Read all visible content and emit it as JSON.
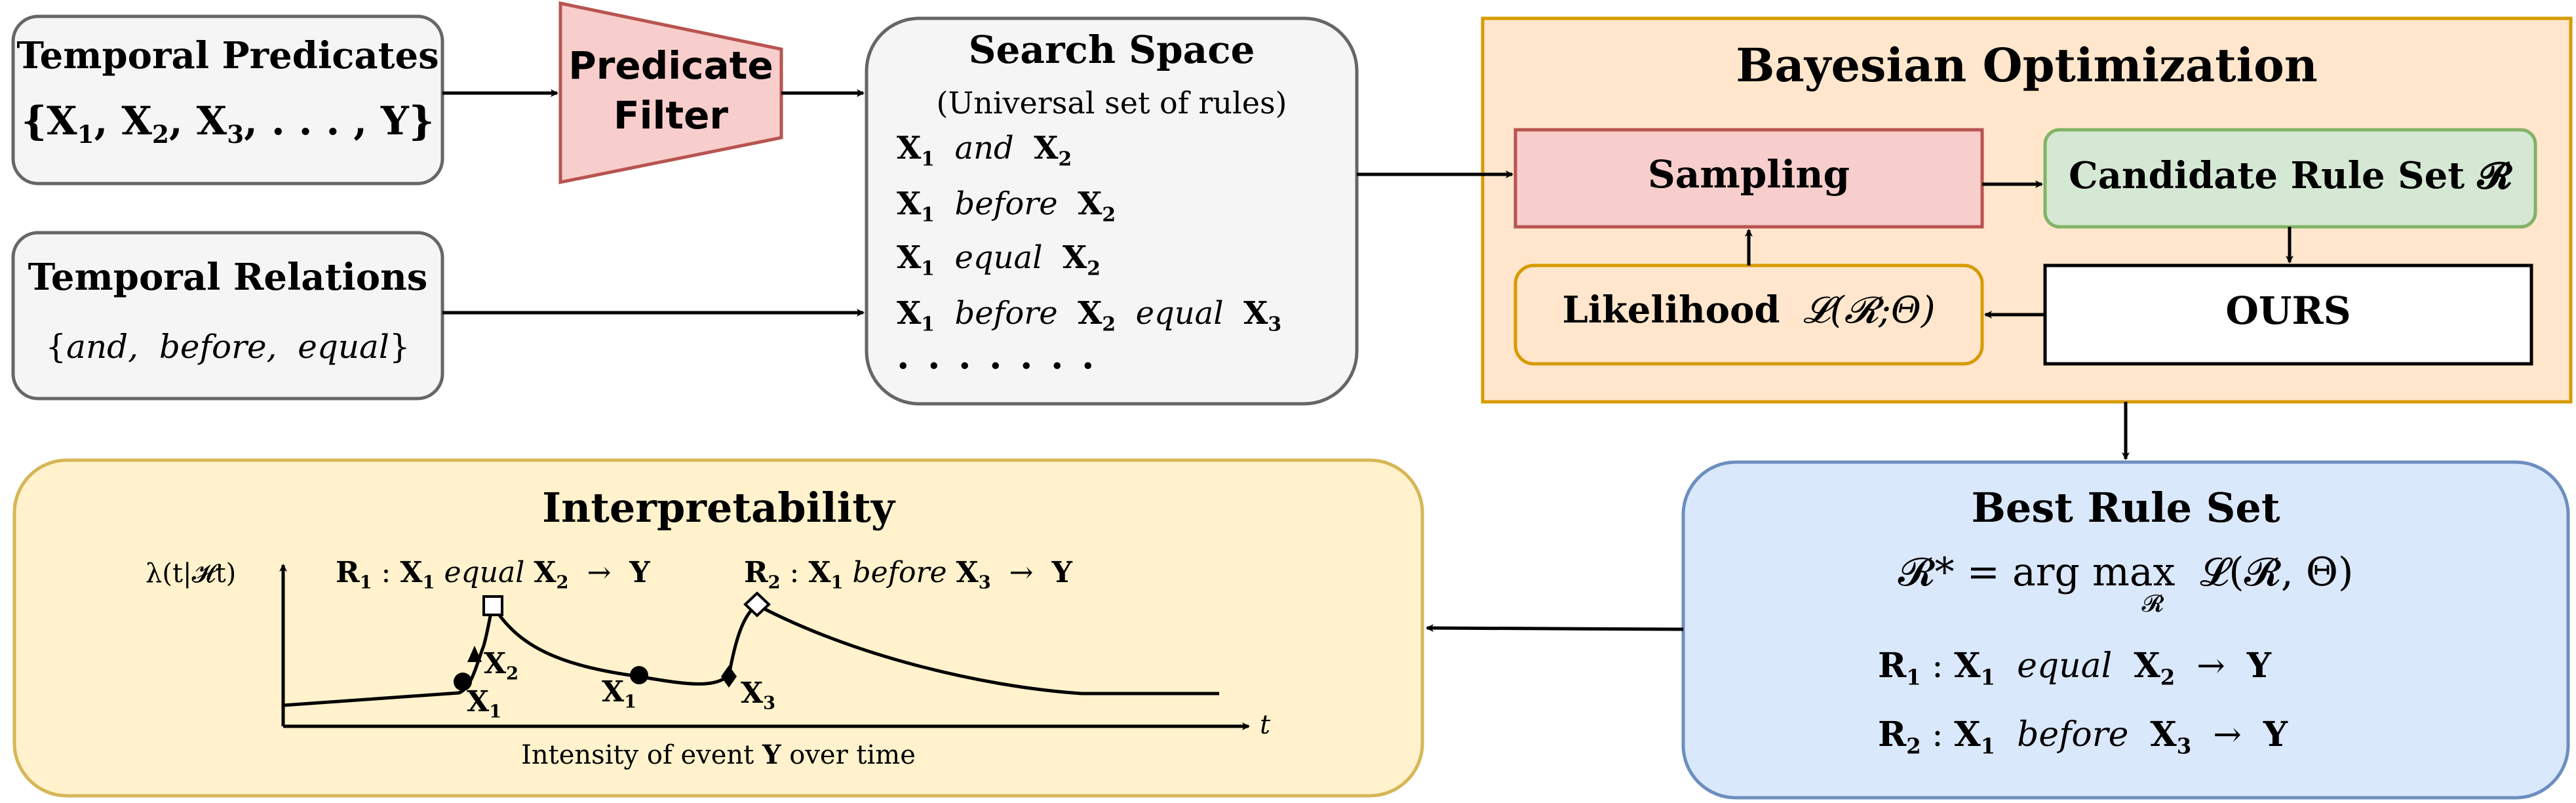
{
  "predicates": {
    "title": "Temporal Predicates",
    "set": "{X1, X2, X3, . . . , Y}"
  },
  "relations": {
    "title": "Temporal Relations",
    "items": [
      "and,",
      "before,",
      "equal"
    ]
  },
  "filter": {
    "line1": "Predicate",
    "line2": "Filter"
  },
  "search_space": {
    "title": "Search Space",
    "subtitle": "(Universal set of rules)",
    "rules": [
      [
        "X1",
        "and",
        "X2"
      ],
      [
        "X1",
        "before",
        "X2"
      ],
      [
        "X1",
        "equal",
        "X2"
      ],
      [
        "X1",
        "before",
        "X2",
        "equal",
        "X3"
      ]
    ],
    "ellipsis": ". . . . . . ."
  },
  "bayes": {
    "title": "Bayesian Optimization",
    "sampling": "Sampling",
    "candidate": "Candidate Rule Set 𝓡",
    "likelihood_label": "Likelihood",
    "likelihood_formula": "𝓛(𝓡;Θ)",
    "ours": "OURS"
  },
  "best": {
    "title": "Best Rule Set",
    "formula_lhs": "𝓡* = arg max",
    "formula_sub": "𝓡",
    "formula_rhs": "𝓛(𝓡, Θ)",
    "rule1": {
      "label": "R1 : X1",
      "rel": "equal",
      "rest": "X2  →  Y"
    },
    "rule2": {
      "label": "R2 : X1",
      "rel": "before",
      "rest": "X3  →  Y"
    }
  },
  "interp": {
    "title": "Interpretability",
    "ylabel": "λ(t|𝓗t)",
    "xlabel": "t",
    "caption": "Intensity of event Y over time",
    "rule1": {
      "label": "R1 : X1",
      "rel": "equal",
      "rest": "X2  →  Y"
    },
    "rule2": {
      "label": "R2 : X1",
      "rel": "before",
      "rest": "X3  →  Y"
    },
    "markers": {
      "x1a": "X1",
      "x2": "X2",
      "x1b": "X1",
      "x3": "X3"
    }
  },
  "colors": {
    "gray_fill": "#f5f5f5",
    "gray_stroke": "#666666",
    "filter_fill": "#f8cecc",
    "filter_stroke": "#b85450",
    "bayes_fill": "#ffe6cc",
    "bayes_stroke": "#d79b00",
    "candidate_fill": "#d5e8d4",
    "candidate_stroke": "#82b366",
    "best_fill": "#dae8fc",
    "best_stroke": "#6c8ebf",
    "interp_fill": "#fff2cc",
    "interp_stroke": "#d6b656"
  }
}
